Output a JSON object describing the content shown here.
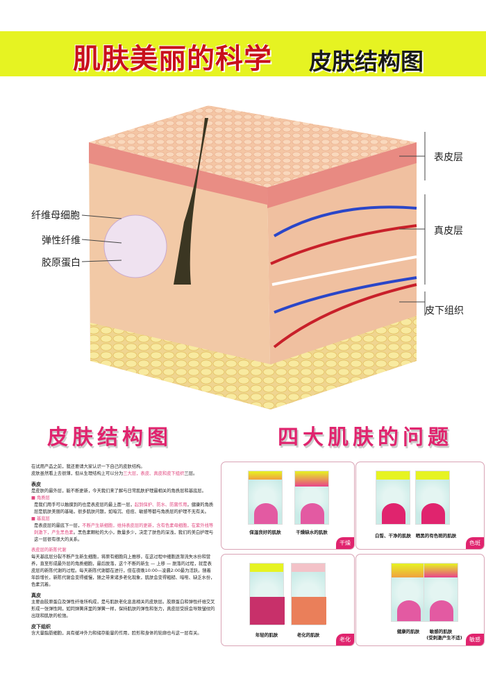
{
  "header": {
    "title_main": "肌肤美丽的科学",
    "title_sub": "皮肤结构图"
  },
  "diagram": {
    "left_labels": [
      "纤维母细胞",
      "弹性纤维",
      "胶原蛋白"
    ],
    "right_labels": [
      "表皮层",
      "真皮层",
      "皮下组织"
    ]
  },
  "sections": {
    "left_heading": "皮肤结构图",
    "right_heading": "四大肌肤的问题"
  },
  "article": {
    "intro1": "在试用产品之前，我还要请大家认识一下自己的皮肤结构。",
    "intro2_a": "皮肤虽然看上去很薄，但从生理结构上可以分为",
    "intro2_pink": "三大层，表皮、真皮和皮下组织",
    "intro2_b": "三层。",
    "h_epidermis": "表皮",
    "epidermis": "是皮肤的最外层，能不断更新，今天我们来了解与日常肌肤护理最相关的角质层和基底层。",
    "h_stratum": "角质层",
    "stratum_a": "是我们用手可以触摸到的也是表皮层的最上面一层，",
    "stratum_pink": "起到保护、防水、防菌作用",
    "stratum_b": "，健康的角质层是肌肤美丽的基础，很多肌肤问题，如暗沉、痘痘、敏感等都与角质层的护理不无有关。",
    "h_basal": "基底层",
    "basal_a": "是表皮层的最底下一层，",
    "basal_pink": "不断产生新细胞，维持表皮层的更新，含有色素母细胞，在紫外线等刺激下，产生黑色素",
    "basal_b": "。黑色素颗粒的大小，数量多少，决定了肤色的深浅，我们的美白护理与这一层很有很大的关系。",
    "h_metabolism": "表皮层的新陈代谢",
    "metabolism": "每天基底层分裂不断产生新生细胞，将原有细胞向上推移，在这过程中细胞逐渐流失水份和营养，直至形成最外层的角质细胞，最后脱落，这个不断的新生 — 上移 — 脱落的过程，就是表皮层的新陈代谢的过程。每天新陈代谢都在进行，但在夜晚10:00—凌晨2:00最为活跃。随着年龄增长，新陈代谢会变得缓慢，随之带来诸多老化现象，肌肤会变得粗糙、暗哑、缺乏水份，色素沉着。",
    "h_dermis": "真皮",
    "dermis": "主要由胶原蛋白及弹性纤维所构成，是与肌肤老化息息相关的皮肤层。胶原蛋白和弹性纤维交叉形成一张弹性网，如同弹簧床里的弹簧一样，保持肌肤的弹性和张力，真皮层受损会导致皱纹的出现和肌肤的松弛。",
    "h_subcutis": "皮下组织",
    "subcutis": "含大量脂肪细胞，具有缓冲外力和储存能量的作用，脸形和身体的轮廓也与这一层有关。"
  },
  "problems": [
    {
      "tag": "干燥",
      "caption_left": "保湿良好的肌肤",
      "caption_right": "干燥缺水的肌肤"
    },
    {
      "tag": "色斑",
      "caption_left": "白皙、干净的肌肤",
      "caption_right": "晒黑的有色斑的肌肤"
    },
    {
      "tag": "老化",
      "caption_left": "年轻的肌肤",
      "caption_right": "老化的肌肤"
    },
    {
      "tag": "敏感",
      "caption_left": "健康的肌肤",
      "caption_right": "敏感的肌肤",
      "caption_right_sub": "(受刺激产生不适)"
    }
  ],
  "colors": {
    "band": "#e6f322",
    "title_red": "#c8101c",
    "heading_pink": "#e0246e",
    "skin": "#f2c9a6"
  }
}
